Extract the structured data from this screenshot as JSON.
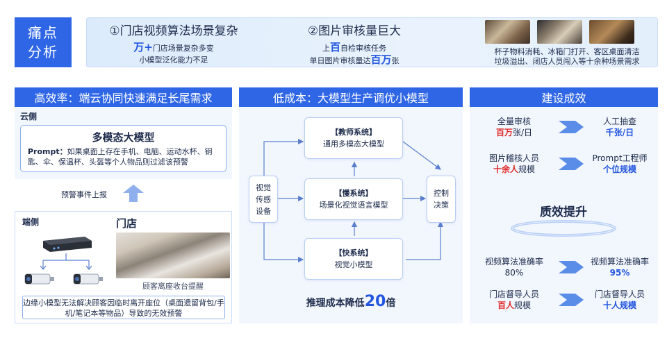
{
  "pain": {
    "label_line1": "痛点",
    "label_line2": "分析",
    "col1": {
      "title": "①门店视频算法场景复杂",
      "line1_strong": "万+",
      "line1_rest": "门店场景复杂多变",
      "line2": "小模型泛化能力不足"
    },
    "col2": {
      "title": "②图片审核量巨大",
      "line1_pre": "上",
      "line1_strong": "百",
      "line1_rest": "自检审核任务",
      "line2_pre": "单日图片审核量达",
      "line2_strong": "百万",
      "line2_rest": "张"
    },
    "scenes_line1": "杯子物料消耗、冰箱门打开、客区桌面清洁",
    "scenes_line2": "垃圾溢出、闭店人员闯入等十余种场景需求"
  },
  "left": {
    "header": "高效率：端云协同快速满足长尾需求",
    "cloud_label": "云侧",
    "model_title": "多模态大模型",
    "prompt_label": "Prompt：",
    "prompt_text": "如果桌面上存在手机、电脑、运动水杯、钥匙、伞、保温杯、头盔等个人物品则过滤该预警",
    "report_label": "预警事件上报",
    "edge_label": "端侧",
    "store_label": "门店",
    "store_caption": "顾客离座收台提醒",
    "edge_note": "边缘小模型无法解决顾客因临时离开座位（桌面遗留背包/手机/笔记本等物品）导致的无效预警"
  },
  "middle": {
    "header": "低成本：大模型生产调优小模型",
    "teacher_title": "【教师系统】",
    "teacher_desc": "通用多模态大模型",
    "slow_title": "【慢系统】",
    "slow_desc": "场景化视觉语言模型",
    "fast_title": "【快系统】",
    "fast_desc": "视觉小模型",
    "sensor_l1": "视觉",
    "sensor_l2": "传感",
    "sensor_l3": "设备",
    "control_l1": "控制",
    "control_l2": "决策",
    "cost_pre": "推理成本降低",
    "cost_num": "20",
    "cost_post": "倍"
  },
  "right": {
    "header": "建设成效",
    "m1_before_l1": "全量审核",
    "m1_before_strong": "百万",
    "m1_before_rest": "张/日",
    "m1_after_l1": "人工抽查",
    "m1_after_strong": "千张/日",
    "m2_before_l1": "图片稽核人员",
    "m2_before_strong": "十余人",
    "m2_before_rest": "规模",
    "m2_after_l1": "Prompt工程师",
    "m2_after_strong": "个位规模",
    "quality": "质效提升",
    "m3_before_l1": "视频算法准确率",
    "m3_before_val": "80%",
    "m3_after_l1": "视频算法准确率",
    "m3_after_strong": "95%",
    "m4_before_l1": "门店督导人员",
    "m4_before_strong": "百人",
    "m4_before_rest": "规模",
    "m4_after_l1": "门店督导人员",
    "m4_after_strong": "十人规模"
  },
  "colors": {
    "brand_blue": "#2f66e6",
    "highlight_blue": "#2356e0",
    "highlight_red": "#e02b2b",
    "panel_bg": "#f2f6fd"
  }
}
